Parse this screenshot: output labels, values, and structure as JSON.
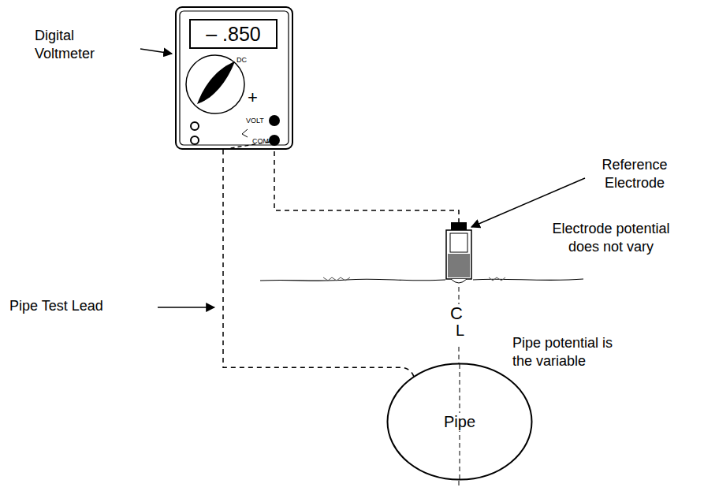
{
  "diagram": {
    "nodes": [
      {
        "text": [
          "DC",
          "+",
          "VOLT",
          "COM"
        ]
      },
      {
        "text": [
          "– .850"
        ],
        "in": 0
      },
      {
        "text": [
          "Pipe"
        ]
      }
    ],
    "edges": [
      {
        "from": 0,
        "to": 2,
        "arrow": "none"
      }
    ],
    "labels": [
      "Digital Voltmeter",
      "Reference Electrode",
      "Electrode potential does not vary",
      "Pipe Test Lead",
      "Pipe potential is the variable",
      "C",
      "L"
    ]
  }
}
